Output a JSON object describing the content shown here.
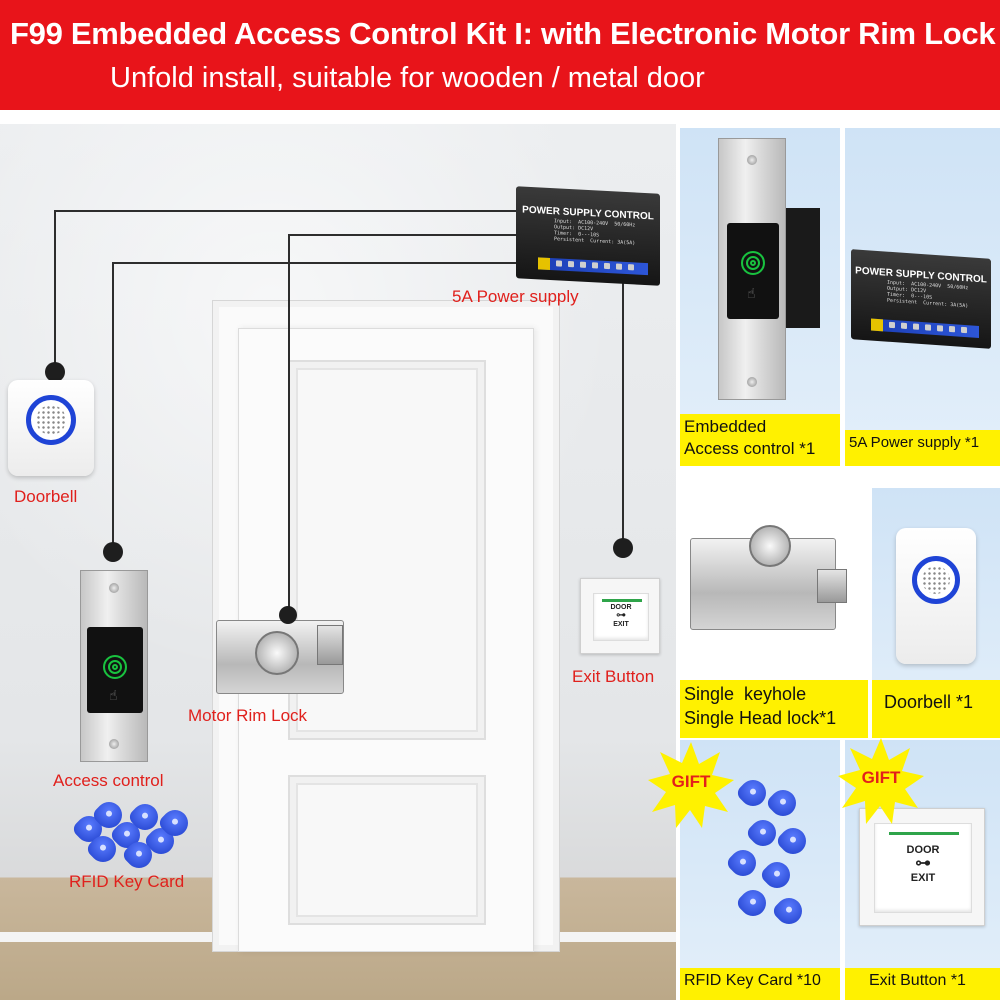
{
  "header": {
    "title": "F99 Embedded Access Control Kit I: with Electronic Motor Rim Lock",
    "subtitle": "Unfold install, suitable for wooden / metal door"
  },
  "scene": {
    "power_supply_label": "5A Power supply",
    "doorbell_label": "Doorbell",
    "access_control_label": "Access control",
    "rim_lock_label": "Motor Rim Lock",
    "exit_button_label": "Exit Button",
    "rfid_label": "RFID Key Card"
  },
  "device_text": {
    "psu_title": "POWER SUPPLY CONTROL",
    "psu_spec": "Input:  AC100-240V  50/60Hz\nOutput: DC12V\nTimer:  0---10S\nPersistent  Current: 3A(5A)",
    "exit_top": "DOOR",
    "exit_bottom": "EXIT"
  },
  "tiles": {
    "embedded": "Embedded\nAccess control *1",
    "power_supply": "5A Power supply *1",
    "lock": "Single  keyhole\nSingle Head lock*1",
    "doorbell": "Doorbell *1",
    "rfid": "RFID Key Card *10",
    "exit": "Exit Button *1"
  },
  "gift_label": "GIFT",
  "icons": [
    "key-icon",
    "fingerprint-icon",
    "hand-icon",
    "speaker-icon",
    "gift-starburst-icon"
  ],
  "colors": {
    "header_red": "#e8141a",
    "label_red": "#e0201c",
    "caption_yellow": "#fff100",
    "tile_blue": "#cfe3f6",
    "accent_blue": "#1f44d6",
    "fingerprint_green": "#19c23f"
  }
}
